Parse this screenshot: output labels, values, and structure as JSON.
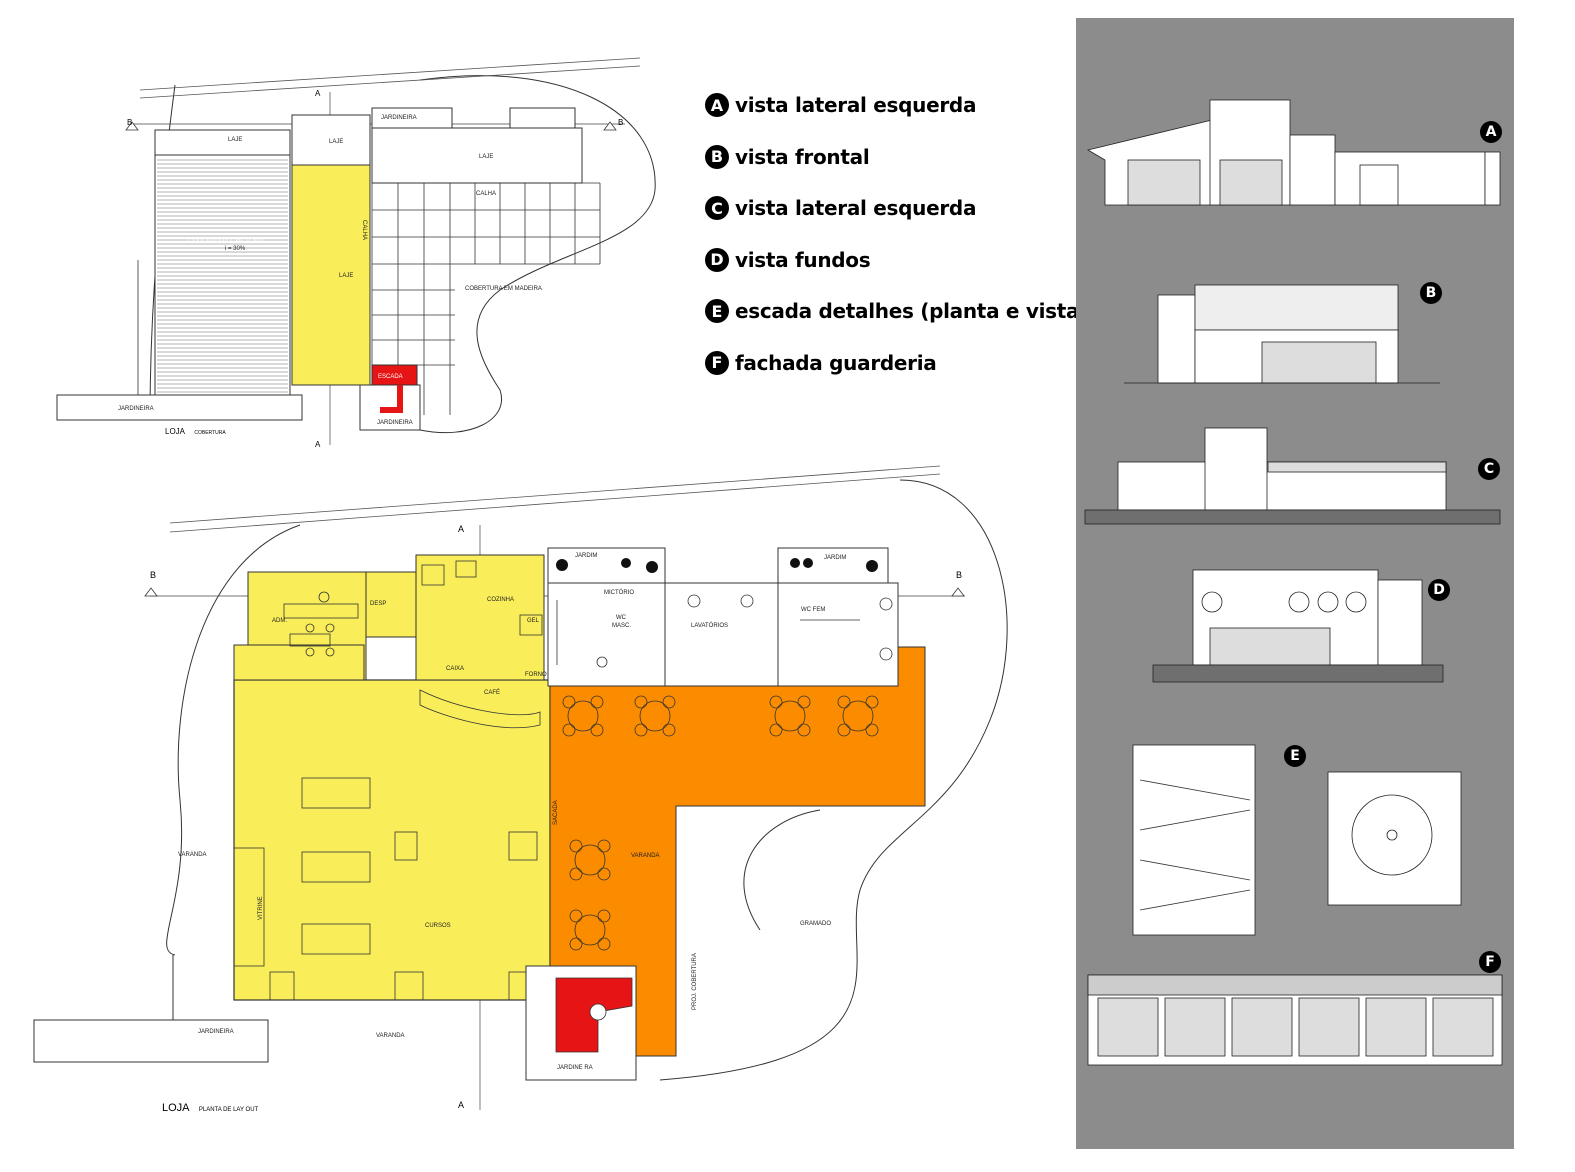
{
  "legend": [
    {
      "letter": "A",
      "text": "vista lateral esquerda"
    },
    {
      "letter": "B",
      "text": "vista frontal"
    },
    {
      "letter": "C",
      "text": "vista lateral esquerda"
    },
    {
      "letter": "D",
      "text": "vista fundos"
    },
    {
      "letter": "E",
      "text": "escada detalhes (planta e vista)"
    },
    {
      "letter": "F",
      "text": "fachada guarderia"
    }
  ],
  "roof_plan": {
    "caption_main": "LOJA",
    "caption_sub": "COBERTURA",
    "labels": {
      "laje_1": "LAJE",
      "laje_2": "LAJE",
      "laje_3": "LAJE",
      "laje_4": "LAJE",
      "jardineira_top": "JARDINEIRA",
      "calha_1": "CALHA",
      "calha_2": "CALHA",
      "cobertura_existente": "COBERTURA EXISTENTE",
      "slope": "i = 30%",
      "cobertura_madeira": "COBERTURA EM MADEIRA",
      "escada": "ESCADA",
      "jardineira_left": "JARDINEIRA",
      "jardineira_bottom": "JARDINEIRA"
    },
    "section_marks": {
      "a": "A",
      "b": "B"
    }
  },
  "layout_plan": {
    "caption_main": "LOJA",
    "caption_sub": "PLANTA DE LAY OUT",
    "labels": {
      "adm": "ADM.",
      "desp": "DESP",
      "cozinha": "COZINHA",
      "gel": "GEL",
      "caixa": "CAIXA",
      "cafe": "CAFÉ",
      "forno": "FORNO",
      "jardim_1": "JARDIM",
      "jardim_2": "JARDIM",
      "mictorio": "MICTÓRIO",
      "wc_masc": "WC",
      "wc_masc_2": "MASC.",
      "lavatorios": "LAVATÓRIOS",
      "wc_fem": "WC FEM",
      "varanda_left": "VARANDA",
      "varanda_orange": "VARANDA",
      "varanda_bottom": "VARANDA",
      "cursos": "CURSOS",
      "vitrine": "VITRINE",
      "jardineira": "JARDINEIRA",
      "jardineira_stair": "JARDINE RA",
      "gramado": "GRAMADO",
      "proj_cobertura": "PROJ. COBERTURA",
      "sacada": "SACADA"
    },
    "section_marks": {
      "a": "A",
      "b": "B"
    }
  },
  "elevations": [
    {
      "letter": "A"
    },
    {
      "letter": "B"
    },
    {
      "letter": "C"
    },
    {
      "letter": "D"
    },
    {
      "letter": "E"
    },
    {
      "letter": "F"
    }
  ],
  "colors": {
    "yellow": "#f9ee5a",
    "orange": "#fb8c00",
    "red": "#e61414",
    "panel_gray": "#8c8c8c"
  }
}
